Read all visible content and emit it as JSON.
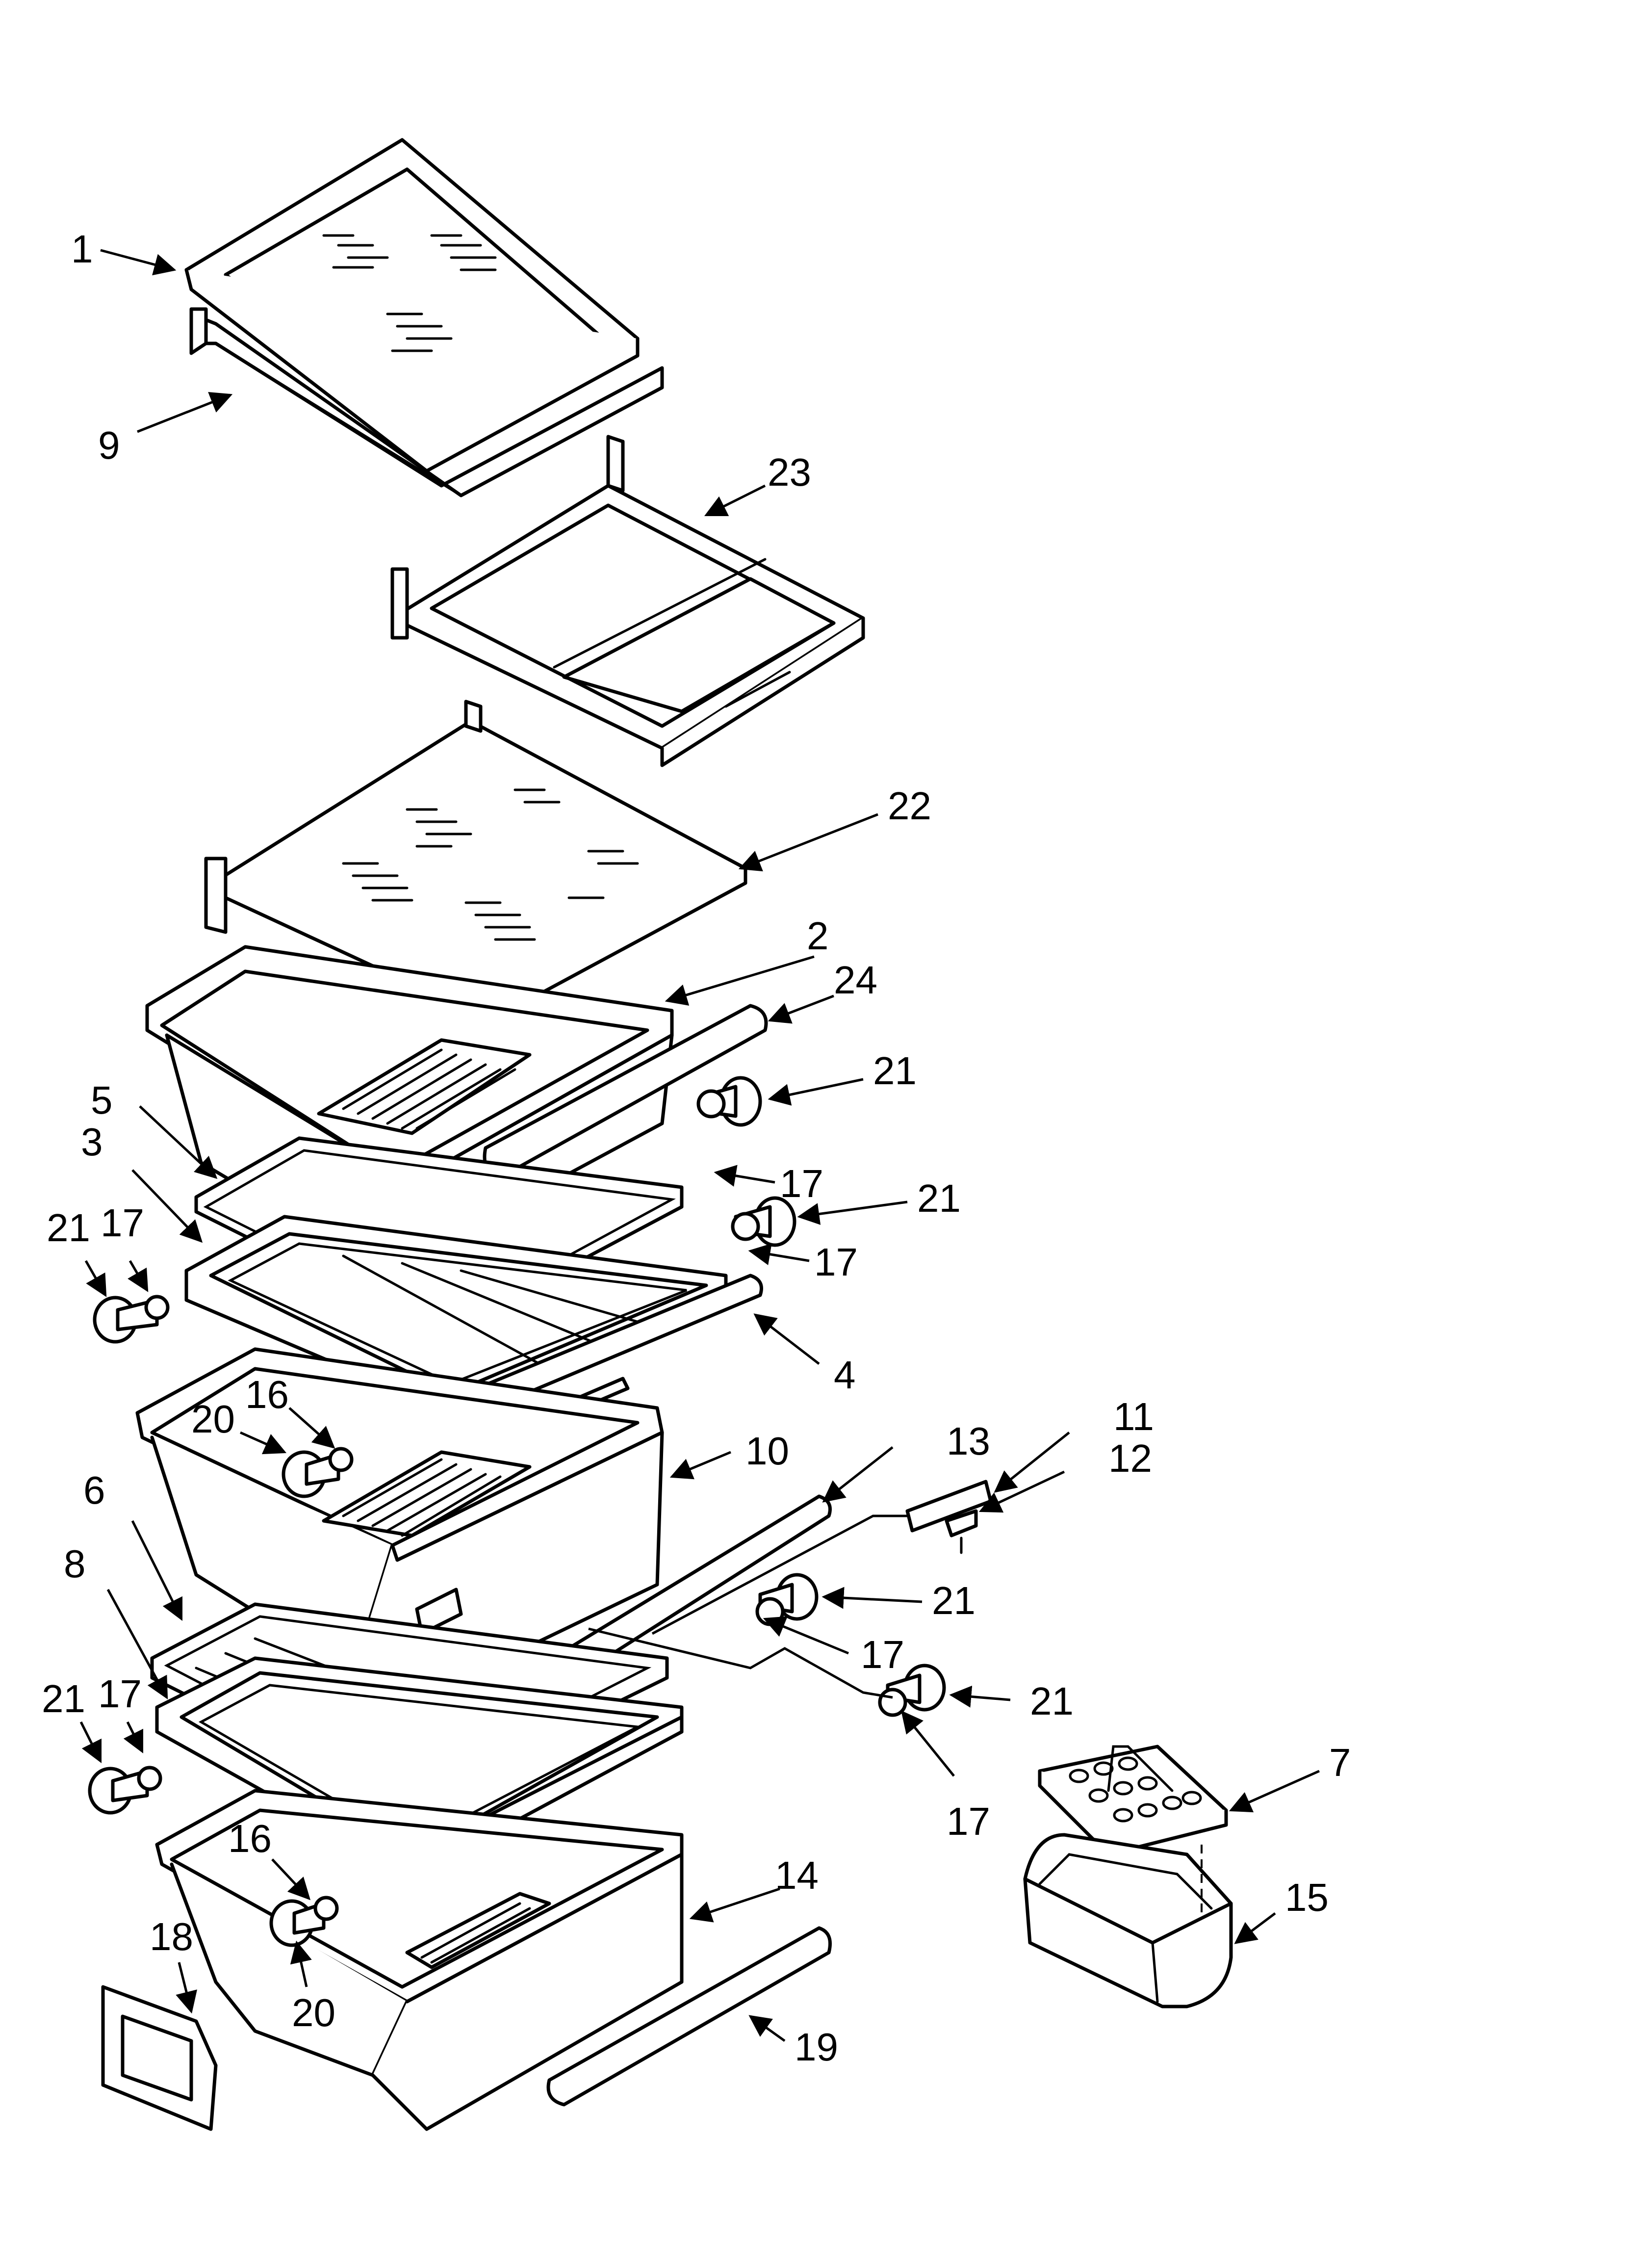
{
  "diagram": {
    "callouts": [
      {
        "id": "c1",
        "label": "1"
      },
      {
        "id": "c9",
        "label": "9"
      },
      {
        "id": "c23",
        "label": "23"
      },
      {
        "id": "c22",
        "label": "22"
      },
      {
        "id": "c2",
        "label": "2"
      },
      {
        "id": "c24",
        "label": "24"
      },
      {
        "id": "c21a",
        "label": "21"
      },
      {
        "id": "c17a",
        "label": "17"
      },
      {
        "id": "c21b",
        "label": "21"
      },
      {
        "id": "c17b",
        "label": "17"
      },
      {
        "id": "c5",
        "label": "5"
      },
      {
        "id": "c3",
        "label": "3"
      },
      {
        "id": "c21c",
        "label": "21"
      },
      {
        "id": "c17c",
        "label": "17"
      },
      {
        "id": "c4",
        "label": "4"
      },
      {
        "id": "c16a",
        "label": "16"
      },
      {
        "id": "c20a",
        "label": "20"
      },
      {
        "id": "c10",
        "label": "10"
      },
      {
        "id": "c13",
        "label": "13"
      },
      {
        "id": "c11",
        "label": "11"
      },
      {
        "id": "c12",
        "label": "12"
      },
      {
        "id": "c6",
        "label": "6"
      },
      {
        "id": "c8",
        "label": "8"
      },
      {
        "id": "c21d",
        "label": "21"
      },
      {
        "id": "c17d",
        "label": "17"
      },
      {
        "id": "c21e",
        "label": "21"
      },
      {
        "id": "c17e",
        "label": "17"
      },
      {
        "id": "c21f",
        "label": "21"
      },
      {
        "id": "c17f",
        "label": "17"
      },
      {
        "id": "c7",
        "label": "7"
      },
      {
        "id": "c16b",
        "label": "16"
      },
      {
        "id": "c14",
        "label": "14"
      },
      {
        "id": "c15",
        "label": "15"
      },
      {
        "id": "c18",
        "label": "18"
      },
      {
        "id": "c20b",
        "label": "20"
      },
      {
        "id": "c19",
        "label": "19"
      }
    ]
  }
}
